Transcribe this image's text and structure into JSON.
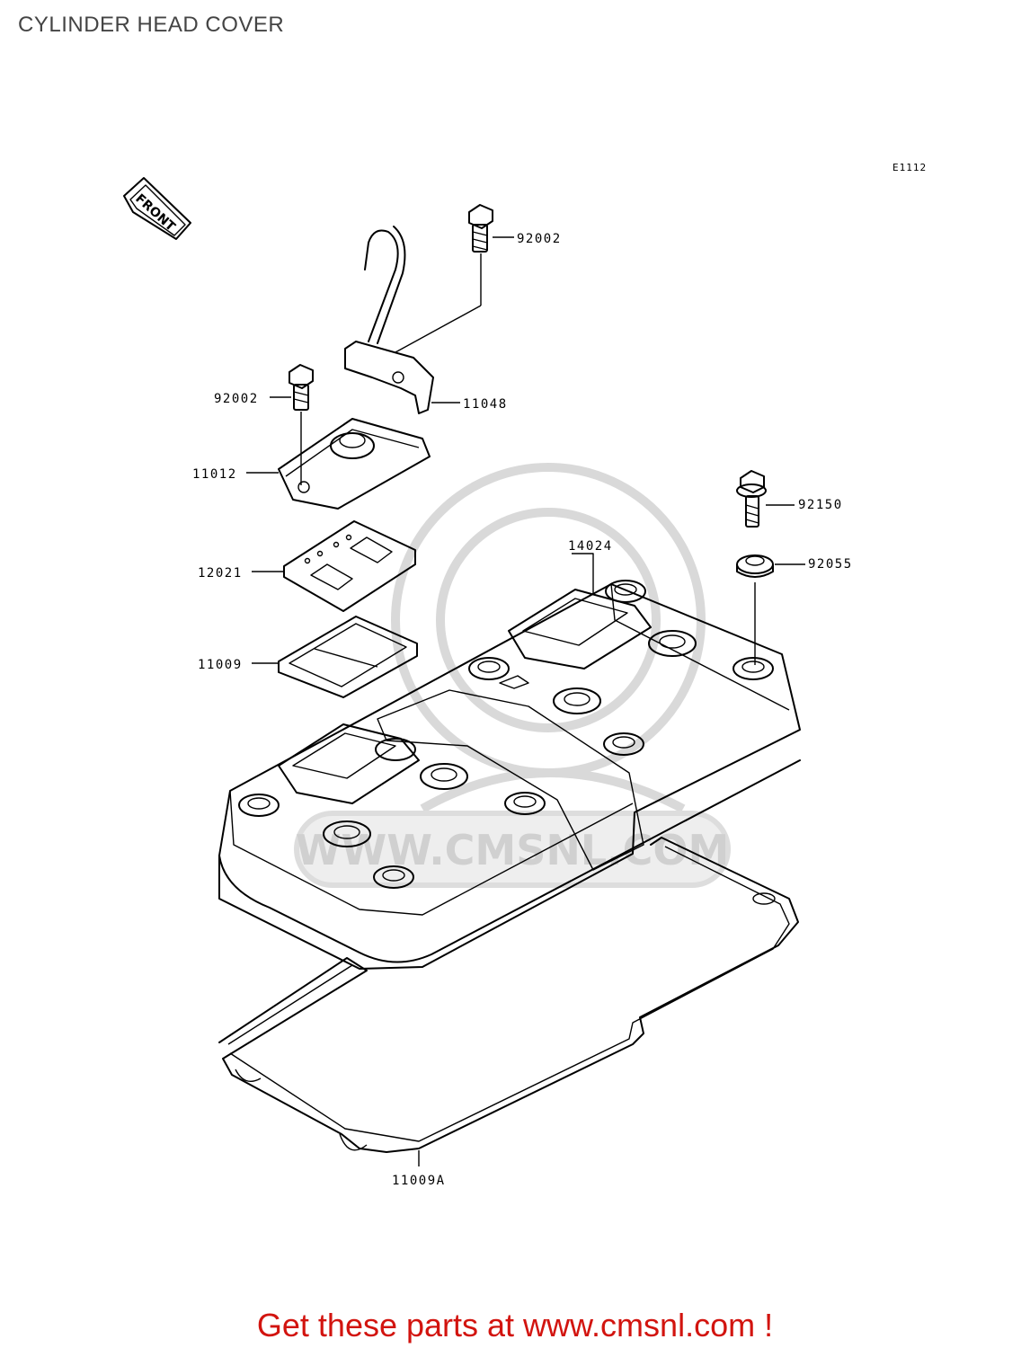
{
  "title": "CYLINDER HEAD COVER",
  "ref_code": "E1112",
  "front_label": "FRONT",
  "watermark_text": "WWW.CMSNL.COM",
  "parts": [
    {
      "number": "92002",
      "name": "bolt-top"
    },
    {
      "number": "11048",
      "name": "bracket"
    },
    {
      "number": "92002",
      "name": "bolt-left"
    },
    {
      "number": "11012",
      "name": "cap"
    },
    {
      "number": "92150",
      "name": "bolt-right"
    },
    {
      "number": "12021",
      "name": "plate"
    },
    {
      "number": "14024",
      "name": "cover"
    },
    {
      "number": "92055",
      "name": "grommet"
    },
    {
      "number": "11009",
      "name": "gasket-small"
    },
    {
      "number": "11009A",
      "name": "gasket-large"
    }
  ],
  "footer_text": "Get these parts at www.cmsnl.com !",
  "colors": {
    "footer": "#d2140f",
    "title": "#444444",
    "watermark": "#d9d9d9"
  }
}
